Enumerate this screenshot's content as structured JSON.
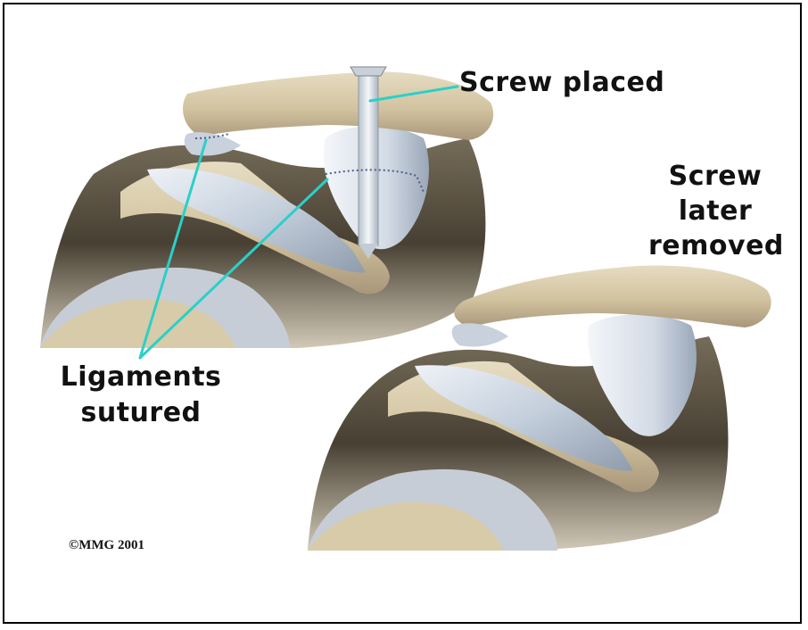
{
  "labels": {
    "screw_placed": "Screw placed",
    "screw_later_removed": "Screw later removed",
    "ligaments_sutured": "Ligaments sutured"
  },
  "copyright": "©MMG 2001",
  "colors": {
    "bone": "#d8cba9",
    "ligament": "#c9d3de",
    "pointer": "#2ad0c8",
    "shadow": "#4a4232",
    "border": "#000000"
  }
}
